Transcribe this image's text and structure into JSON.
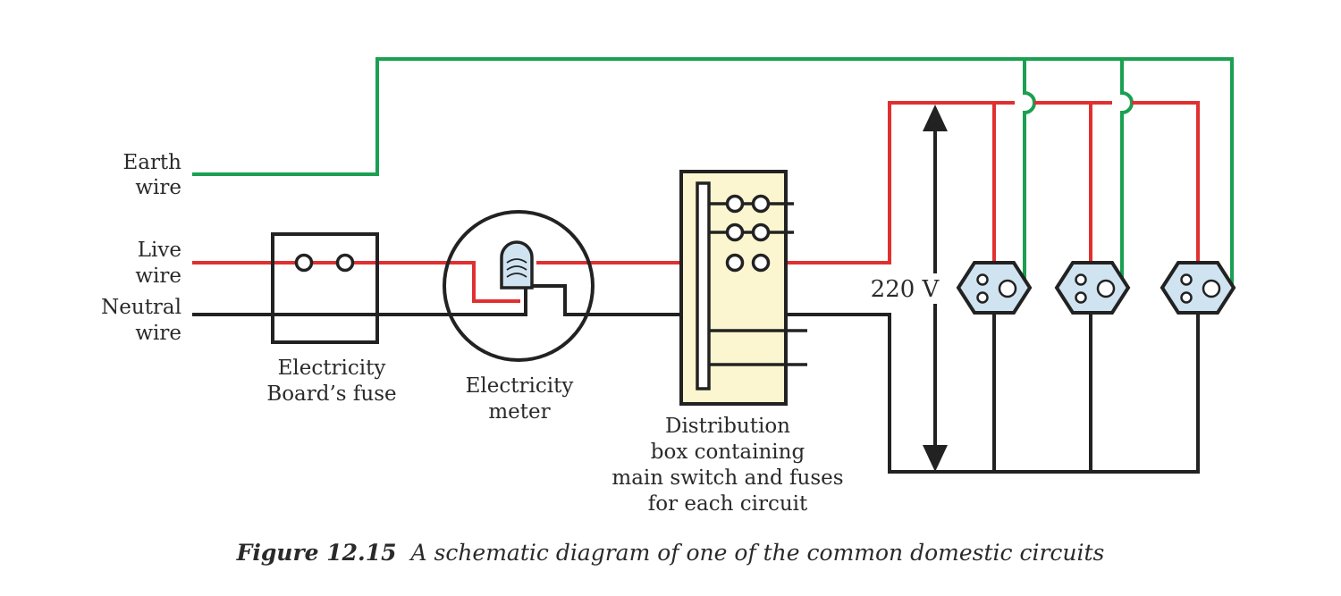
{
  "labels": {
    "earth": [
      "Earth",
      "wire"
    ],
    "live": [
      "Live",
      "wire"
    ],
    "neutral": [
      "Neutral",
      "wire"
    ],
    "fuse": [
      "Electricity",
      "Board’s fuse"
    ],
    "meter": [
      "Electricity",
      "meter"
    ],
    "distribution": [
      "Distribution",
      "box containing",
      "main switch and fuses",
      "for each circuit"
    ],
    "voltage": "220 V"
  },
  "caption": {
    "figure": "Figure 12.15",
    "text": "A schematic diagram of one of the common domestic circuits"
  },
  "colors": {
    "earth": "#1aa050",
    "live": "#e03030",
    "neutral": "#222222",
    "box_fill": "#fbf6cf",
    "socket_fill": "#cfe3f0"
  },
  "icons": [
    "fuse-box",
    "electricity-meter",
    "distribution-box",
    "socket-icon",
    "double-arrow-icon"
  ]
}
